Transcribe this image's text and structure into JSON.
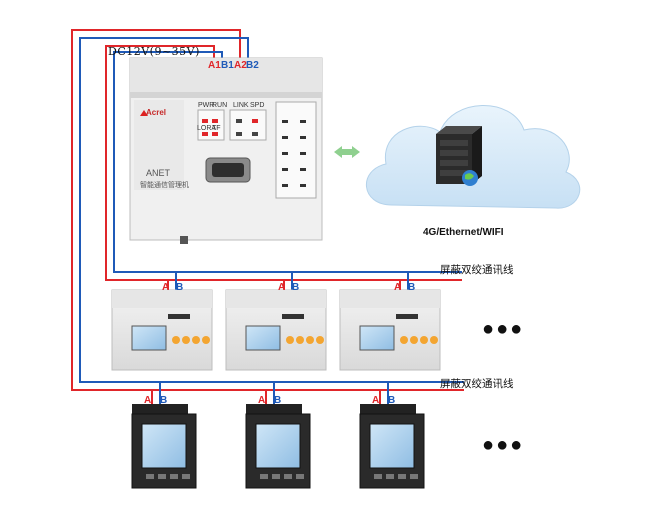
{
  "gateway": {
    "power_label": "DC12V(9~35V)",
    "brand": "Acrel",
    "model": "ANET",
    "subtitle": "智能通信管理机",
    "terminals": [
      "A1",
      "B1",
      "A2",
      "B2"
    ],
    "led_labels": [
      "PWR",
      "RUN",
      "LORA",
      "TF",
      "LINK",
      "SPD"
    ]
  },
  "cloud": {
    "label": "4G/Ethernet/WIFI"
  },
  "bus": {
    "label1": "屏蔽双绞通讯线",
    "label2": "屏蔽双绞通讯线"
  },
  "terminal_a": "A",
  "terminal_b": "B",
  "more": "●●●",
  "colors": {
    "red_wire": "#e0262a",
    "blue_wire": "#1f5ab8",
    "cloud": "#d7eaf8",
    "arrow": "#8fd08f"
  }
}
